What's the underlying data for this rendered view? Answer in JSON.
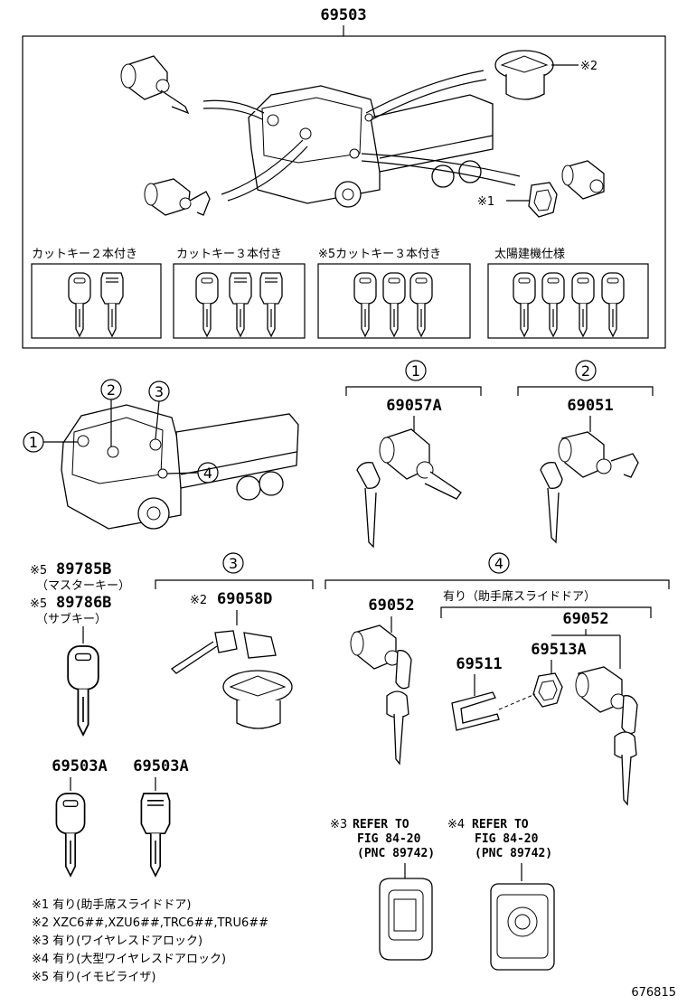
{
  "top_part_number": "69503",
  "notes_top": {
    "n2": "※2",
    "n1": "※1"
  },
  "key_groups": [
    {
      "label": "カットキー２本付き"
    },
    {
      "label": "カットキー３本付き"
    },
    {
      "label": "※5カットキー３本付き"
    },
    {
      "label": "太陽建機仕様"
    }
  ],
  "truck_callouts": [
    "1",
    "2",
    "3",
    "4"
  ],
  "sections": {
    "s1": {
      "number": "1",
      "part": "69057A"
    },
    "s2": {
      "number": "2",
      "part": "69051"
    },
    "s3": {
      "number": "3",
      "part": "69058D",
      "prefix": "※2"
    },
    "s4": {
      "number": "4",
      "part_left": "69052",
      "sub_label": "有り（助手席スライドドア）",
      "part_right": "69052",
      "part_spring": "69511",
      "part_ring": "69513A"
    }
  },
  "master_key": {
    "prefix": "※5",
    "part": "89785B",
    "name": "（マスターキー）"
  },
  "sub_key": {
    "prefix": "※5",
    "part": "89786B",
    "name": "（サブキー）"
  },
  "blank_keys": [
    "69503A",
    "69503A"
  ],
  "refs": [
    {
      "mark": "※3",
      "line1": "REFER TO",
      "line2": "FIG 84-20",
      "line3": "(PNC 89742)"
    },
    {
      "mark": "※4",
      "line1": "REFER TO",
      "line2": "FIG 84-20",
      "line3": "(PNC 89742)"
    }
  ],
  "footnotes": [
    "※1 有り(助手席スライドドア)",
    "※2  XZC6##,XZU6##,TRC6##,TRU6##",
    "※3 有り(ワイヤレスドアロック)",
    "※4 有り(大型ワイヤレスドアロック)",
    "※5 有り(イモビライザ)"
  ],
  "figure_id": "676815"
}
